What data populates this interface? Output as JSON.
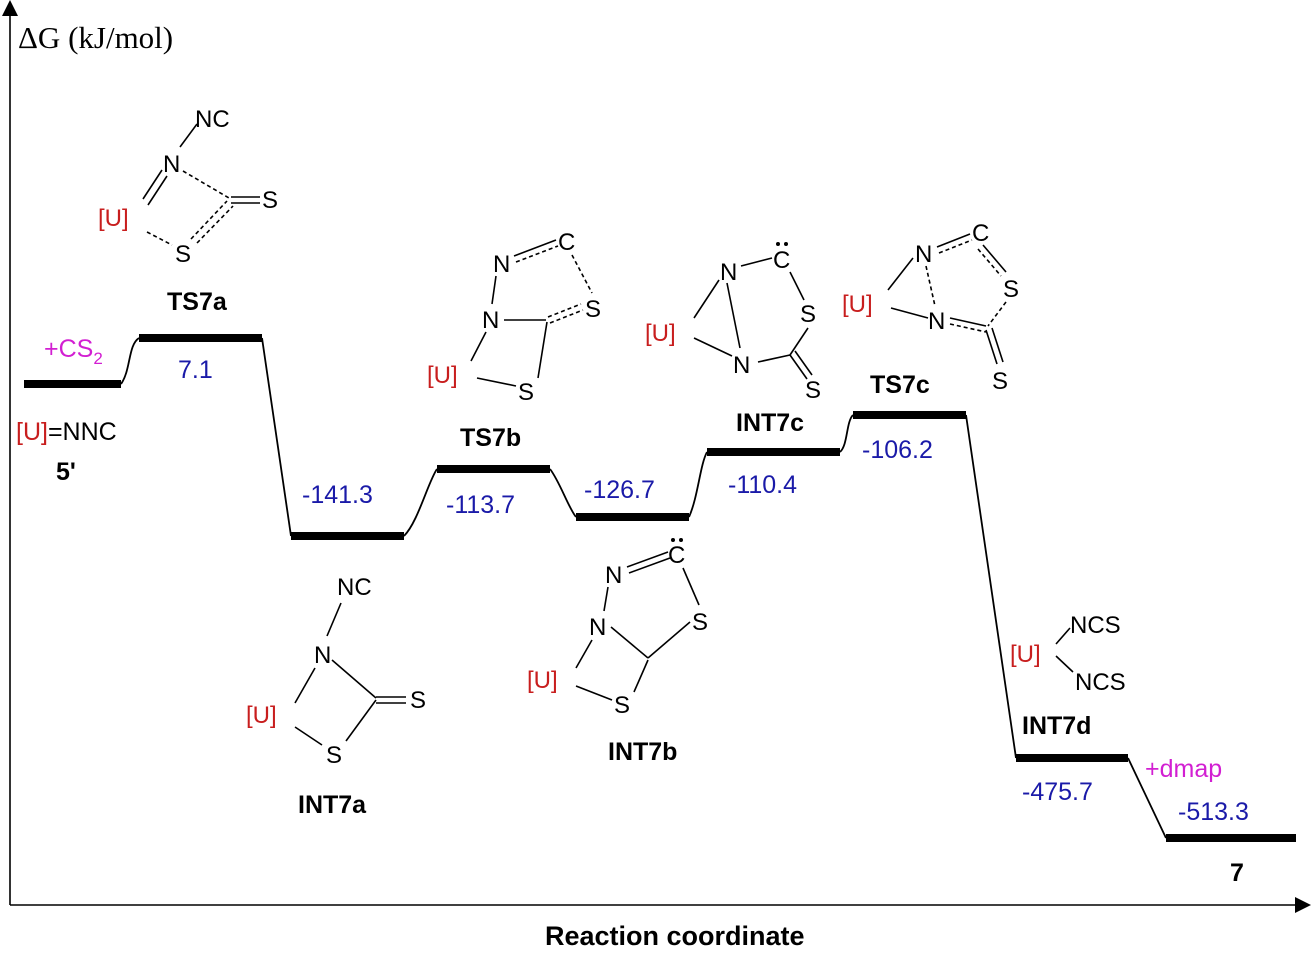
{
  "axes": {
    "y_label": "ΔG (kJ/mol)",
    "x_label": "Reaction coordinate"
  },
  "colors": {
    "energy": "#1a1aa8",
    "reagent": "#d21fd2",
    "uranium": "#c81e1e"
  },
  "states": [
    {
      "id": "s5",
      "label": "5'",
      "energy": null
    },
    {
      "id": "ts7a",
      "label": "TS7a",
      "energy": "7.1"
    },
    {
      "id": "int7a",
      "label": "INT7a",
      "energy": "-141.3"
    },
    {
      "id": "ts7b",
      "label": "TS7b",
      "energy": "-113.7"
    },
    {
      "id": "int7b",
      "label": "INT7b",
      "energy": "-126.7"
    },
    {
      "id": "int7c",
      "label": "INT7c",
      "energy": "-110.4"
    },
    {
      "id": "ts7c",
      "label": "TS7c",
      "energy": "-106.2"
    },
    {
      "id": "int7d",
      "label": "INT7d",
      "energy": "-475.7"
    },
    {
      "id": "p7",
      "label": "7",
      "energy": "-513.3"
    }
  ],
  "reagents": {
    "cs2_plus": "+CS",
    "cs2_sub": "2",
    "dmap": "+dmap"
  },
  "start_formula": {
    "u": "[U]",
    "rest": "=NNC"
  },
  "atoms": {
    "U": "[U]",
    "N": "N",
    "S": "S",
    "C": "C",
    "NC": "NC",
    "NCS": "NCS"
  }
}
